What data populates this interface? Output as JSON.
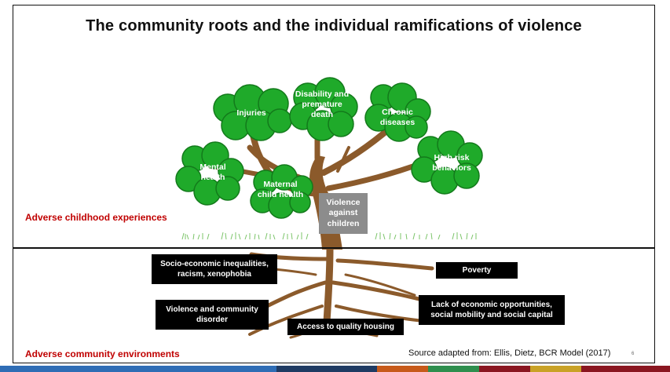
{
  "title": "The community roots and the individual ramifications of violence",
  "sections": {
    "upper": "Adverse childhood experiences",
    "lower": "Adverse community environments"
  },
  "center": {
    "label": "Violence\nagainst\nchildren"
  },
  "branches": [
    {
      "key": "injuries",
      "label": "Injuries"
    },
    {
      "key": "disability",
      "label": "Disability and premature death"
    },
    {
      "key": "chronic",
      "label": "Chronic diseases"
    },
    {
      "key": "highrisk",
      "label": "High risk behaviors"
    },
    {
      "key": "mental",
      "label": "Mental health"
    },
    {
      "key": "maternal",
      "label": "Maternal child health"
    }
  ],
  "roots": [
    {
      "key": "socioeconomic",
      "label": "Socio-economic inequalities, racism, xenophobia"
    },
    {
      "key": "poverty",
      "label": "Poverty"
    },
    {
      "key": "community_disorder",
      "label": "Violence and community disorder"
    },
    {
      "key": "housing",
      "label": "Access to quality housing"
    },
    {
      "key": "economic",
      "label": "Lack of economic opportunities, social mobility and social capital"
    }
  ],
  "source": "Source adapted from: Ellis, Dietz, BCR Model (2017)",
  "page_number": "6",
  "colors": {
    "foliage": "#1faa2a",
    "foliage_dark": "#137a1b",
    "trunk": "#8b5a2b",
    "section_label": "#c00000",
    "center_box": "#8c8c8c",
    "bottom_bar": [
      "#2f6db5",
      "#2f6db5",
      "#2f6db5",
      "#2f6db5",
      "#1f3b63",
      "#c75a1a",
      "#2f8f4e",
      "#8a1620",
      "#c9a227",
      "#8a1620"
    ]
  }
}
